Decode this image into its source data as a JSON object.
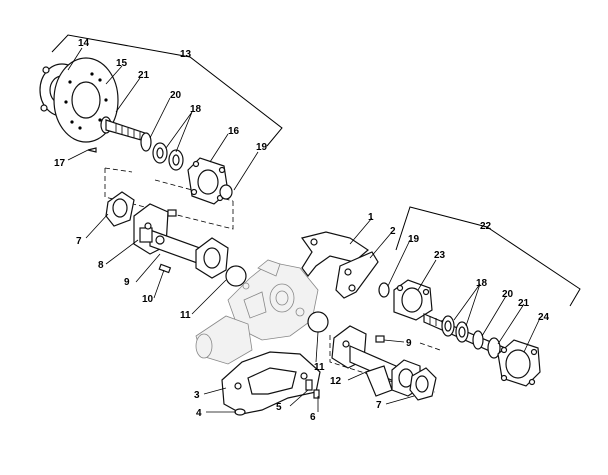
{
  "callouts": [
    {
      "id": "c14",
      "label": "14"
    },
    {
      "id": "c13",
      "label": "13"
    },
    {
      "id": "c15",
      "label": "15"
    },
    {
      "id": "c21a",
      "label": "21"
    },
    {
      "id": "c20a",
      "label": "20"
    },
    {
      "id": "c18a",
      "label": "18"
    },
    {
      "id": "c16",
      "label": "16"
    },
    {
      "id": "c19a",
      "label": "19"
    },
    {
      "id": "c17",
      "label": "17"
    },
    {
      "id": "c7a",
      "label": "7"
    },
    {
      "id": "c8",
      "label": "8"
    },
    {
      "id": "c9a",
      "label": "9"
    },
    {
      "id": "c10",
      "label": "10"
    },
    {
      "id": "c11a",
      "label": "11"
    },
    {
      "id": "c1",
      "label": "1"
    },
    {
      "id": "c2",
      "label": "2"
    },
    {
      "id": "c19b",
      "label": "19"
    },
    {
      "id": "c22",
      "label": "22"
    },
    {
      "id": "c23",
      "label": "23"
    },
    {
      "id": "c18b",
      "label": "18"
    },
    {
      "id": "c20b",
      "label": "20"
    },
    {
      "id": "c21b",
      "label": "21"
    },
    {
      "id": "c24",
      "label": "24"
    },
    {
      "id": "c9b",
      "label": "9"
    },
    {
      "id": "c11b",
      "label": "11"
    },
    {
      "id": "c12",
      "label": "12"
    },
    {
      "id": "c3",
      "label": "3"
    },
    {
      "id": "c4",
      "label": "4"
    },
    {
      "id": "c5",
      "label": "5"
    },
    {
      "id": "c6",
      "label": "6"
    },
    {
      "id": "c7b",
      "label": "7"
    }
  ]
}
